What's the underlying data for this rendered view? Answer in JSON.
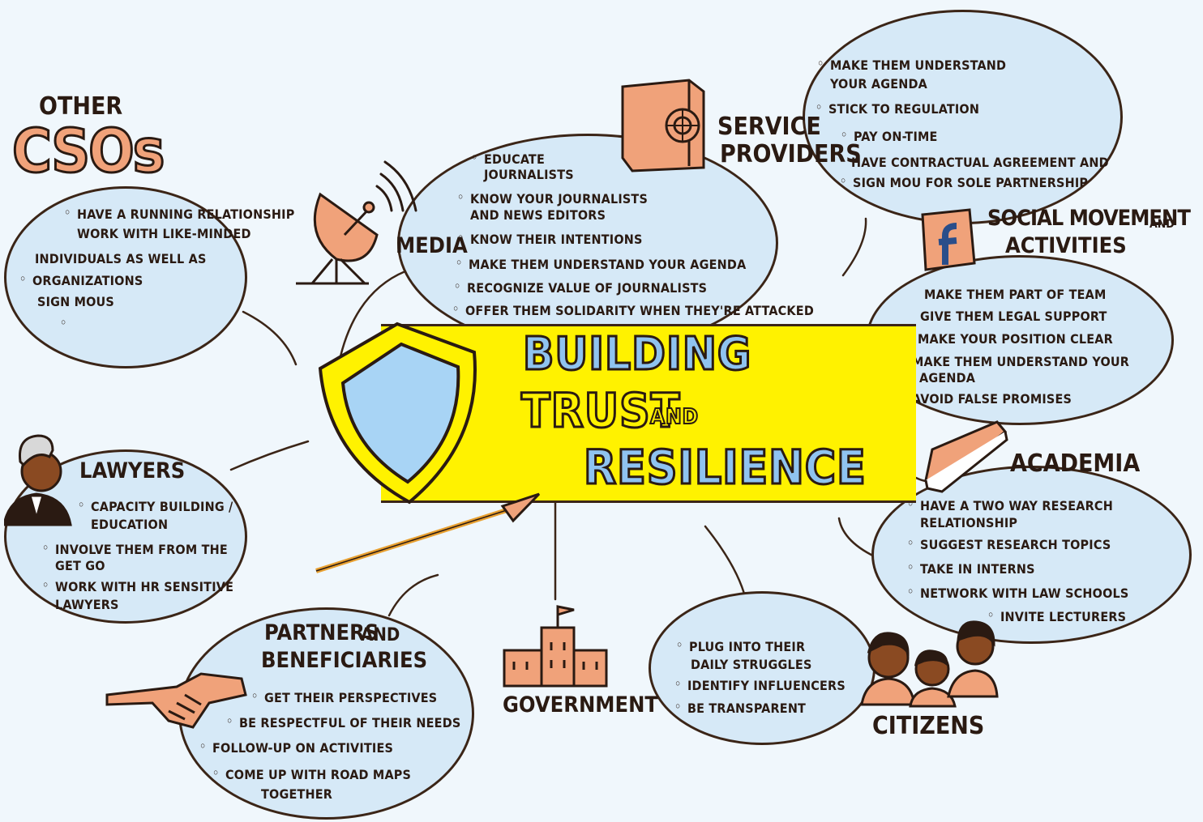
{
  "center": {
    "line1": "Building",
    "line2": "Trust",
    "and": "and",
    "line3": "Resilience"
  },
  "csos": {
    "title_small": "Other",
    "title_big": "CSOs",
    "items": [
      "Have a running relationship",
      "Work with like-minded",
      "individuals as well as",
      "organizations",
      "Sign MOUs"
    ]
  },
  "media": {
    "title": "Media",
    "items": [
      "Educate",
      "journalists",
      "Know your journalists",
      "and news editors",
      "Know their intentions",
      "Make them understand your agenda",
      "Recognize value of journalists",
      "Offer them solidarity when they're attacked"
    ]
  },
  "service": {
    "title1": "Service",
    "title2": "Providers",
    "items": [
      "Make them understand",
      "your agenda",
      "Stick to regulation",
      "Pay on-time",
      "Have contractual agreement and",
      "sign MOU for sole partnership"
    ]
  },
  "social": {
    "title1": "Social movement",
    "title_and": "and",
    "title2": "activities",
    "items": [
      "Make them part of team",
      "Give them legal support",
      "Make your position clear",
      "Make them understand your",
      "agenda",
      "Avoid false promises"
    ]
  },
  "academia": {
    "title": "Academia",
    "items": [
      "Have a two way research",
      "relationship",
      "Suggest research topics",
      "Take in interns",
      "Network with law schools",
      "Invite lecturers"
    ]
  },
  "citizens": {
    "title": "Citizens",
    "items": [
      "Plug into their",
      "daily struggles",
      "Identify influencers",
      "Be transparent"
    ]
  },
  "government": {
    "title": "Government"
  },
  "partners": {
    "title1": "Partners",
    "title_and": "and",
    "title2": "Beneficiaries",
    "items": [
      "Get their perspectives",
      "Be respectful of their needs",
      "Follow-up on activities",
      "Come up with road maps",
      "together"
    ]
  },
  "lawyers": {
    "title": "Lawyers",
    "items": [
      "Capacity building /",
      "education",
      "Involve them from the",
      "get go",
      "Work with HR sensitive",
      "lawyers"
    ]
  },
  "colors": {
    "bubble": "#d6e9f7",
    "outline": "#3b2517",
    "banner": "#fff200",
    "accent": "#f0a27a",
    "title_fill": "#8fc3f0"
  }
}
